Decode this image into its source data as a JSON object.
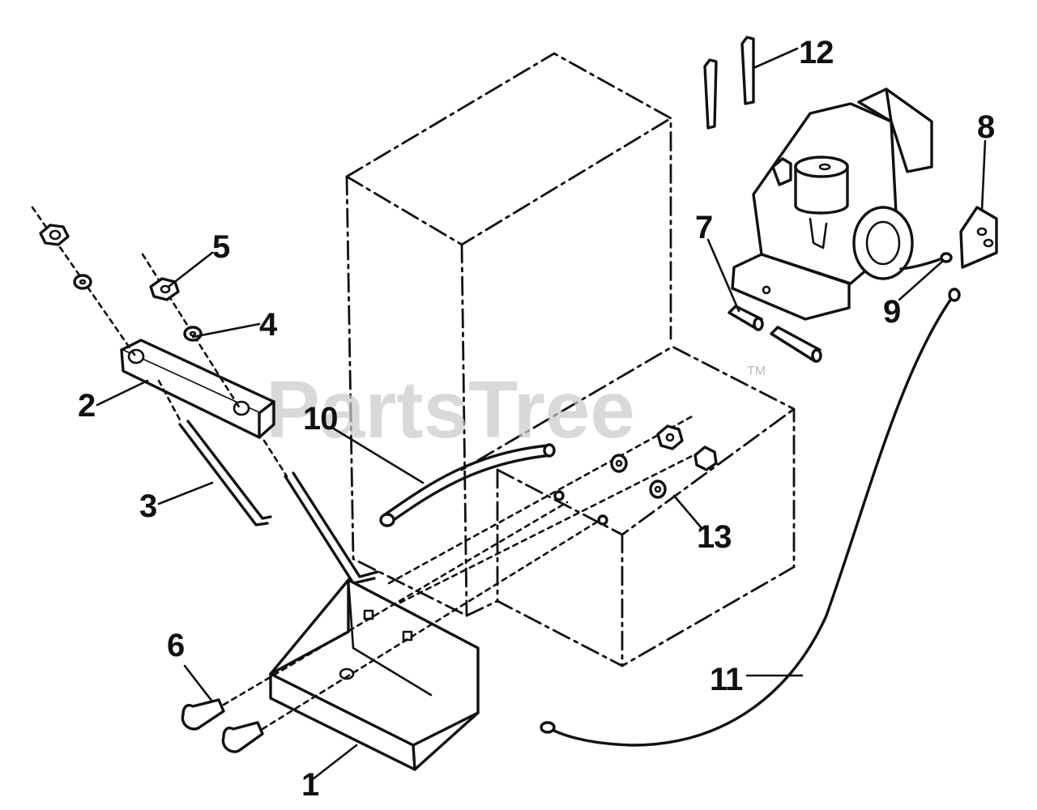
{
  "diagram": {
    "callouts": [
      {
        "id": "1",
        "text": "1"
      },
      {
        "id": "2",
        "text": "2"
      },
      {
        "id": "3",
        "text": "3"
      },
      {
        "id": "4",
        "text": "4"
      },
      {
        "id": "5",
        "text": "5"
      },
      {
        "id": "6",
        "text": "6"
      },
      {
        "id": "7",
        "text": "7"
      },
      {
        "id": "8",
        "text": "8"
      },
      {
        "id": "9",
        "text": "9"
      },
      {
        "id": "10",
        "text": "10"
      },
      {
        "id": "11",
        "text": "11"
      },
      {
        "id": "12",
        "text": "12"
      },
      {
        "id": "13",
        "text": "13"
      }
    ]
  },
  "watermark": {
    "text": "PartsTree",
    "trademark": "TM",
    "color": "#c9c9c9"
  },
  "colors": {
    "line": "#111111",
    "background": "#ffffff"
  }
}
